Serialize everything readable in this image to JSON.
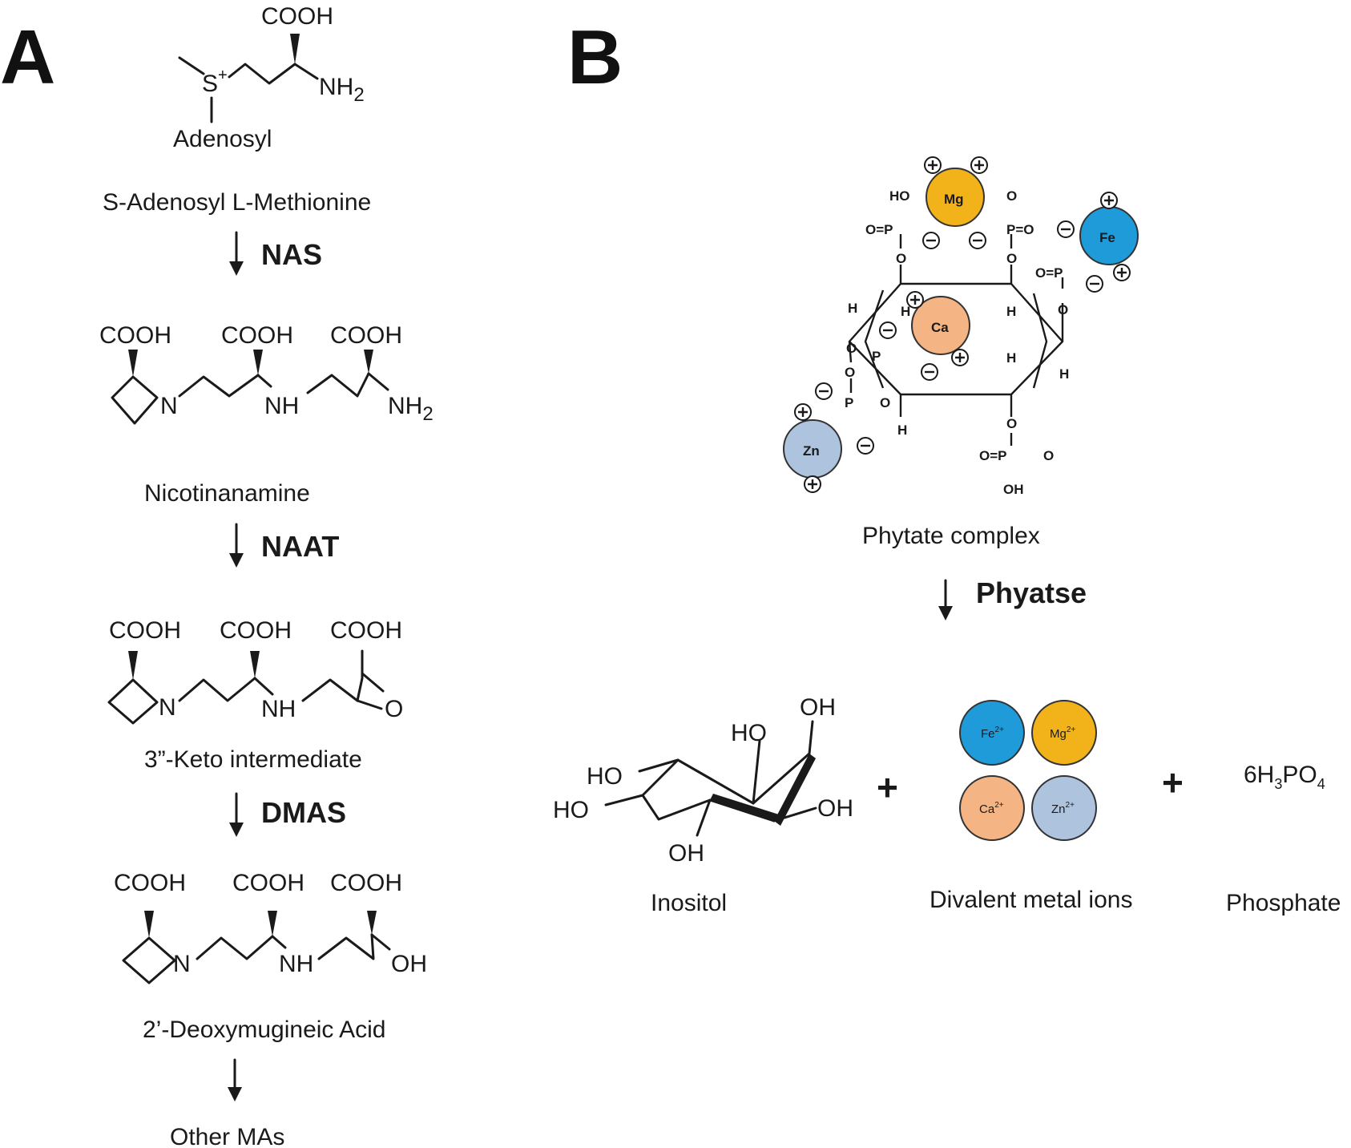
{
  "panels": {
    "a": "A",
    "b": "B"
  },
  "pathway_a": {
    "compound1": {
      "name": "S-Adenosyl L-Methionine",
      "atom_cooh": "COOH",
      "atom_s": "S",
      "atom_s_charge": "+",
      "atom_nh2": "NH",
      "atom_nh2_sub": "2",
      "atom_adenosyl": "Adenosyl"
    },
    "step1": {
      "enzyme": "NAS"
    },
    "compound2": {
      "name": "Nicotinanamine",
      "cooh1": "COOH",
      "cooh2": "COOH",
      "cooh3": "COOH",
      "n": "N",
      "nh": "NH",
      "nh2": "NH",
      "nh2_sub": "2"
    },
    "step2": {
      "enzyme": "NAAT"
    },
    "compound3": {
      "name": "3”-Keto intermediate",
      "cooh1": "COOH",
      "cooh2": "COOH",
      "cooh3": "COOH",
      "n": "N",
      "nh": "NH",
      "o": "O"
    },
    "step3": {
      "enzyme": "DMAS"
    },
    "compound4": {
      "name": "2’-Deoxymugineic Acid",
      "cooh1": "COOH",
      "cooh2": "COOH",
      "cooh3": "COOH",
      "n": "N",
      "nh": "NH",
      "oh": "OH"
    },
    "step4": {
      "enzyme": ""
    },
    "final": {
      "name": "Other MAs"
    }
  },
  "pathway_b": {
    "complex": {
      "name": "Phytate complex",
      "metals": {
        "mg": "Mg",
        "fe": "Fe",
        "ca": "Ca",
        "zn": "Zn"
      },
      "atoms": {
        "ho": "HO",
        "oh": "OH",
        "o": "O",
        "p": "P",
        "h": "H",
        "o_eq_p": "O=P",
        "p_eq_o": "P=O"
      }
    },
    "step": {
      "enzyme": "Phyatse"
    },
    "inositol": {
      "name": "Inositol",
      "ho1": "HO",
      "ho2": "HO",
      "ho3": "HO",
      "oh1": "OH",
      "oh2": "OH",
      "oh3": "OH"
    },
    "ions": {
      "name": "Divalent metal ions",
      "fe": "Fe",
      "mg": "Mg",
      "ca": "Ca",
      "zn": "Zn",
      "charge": "2+",
      "colors": {
        "fe": "#1e9bd8",
        "mg": "#f2b21a",
        "ca": "#f4b484",
        "zn": "#aec3de"
      }
    },
    "phosphate": {
      "name": "Phosphate",
      "formula_pre": "6H",
      "formula_sub1": "3",
      "formula_mid": "PO",
      "formula_sub2": "4"
    },
    "plus": "+"
  }
}
